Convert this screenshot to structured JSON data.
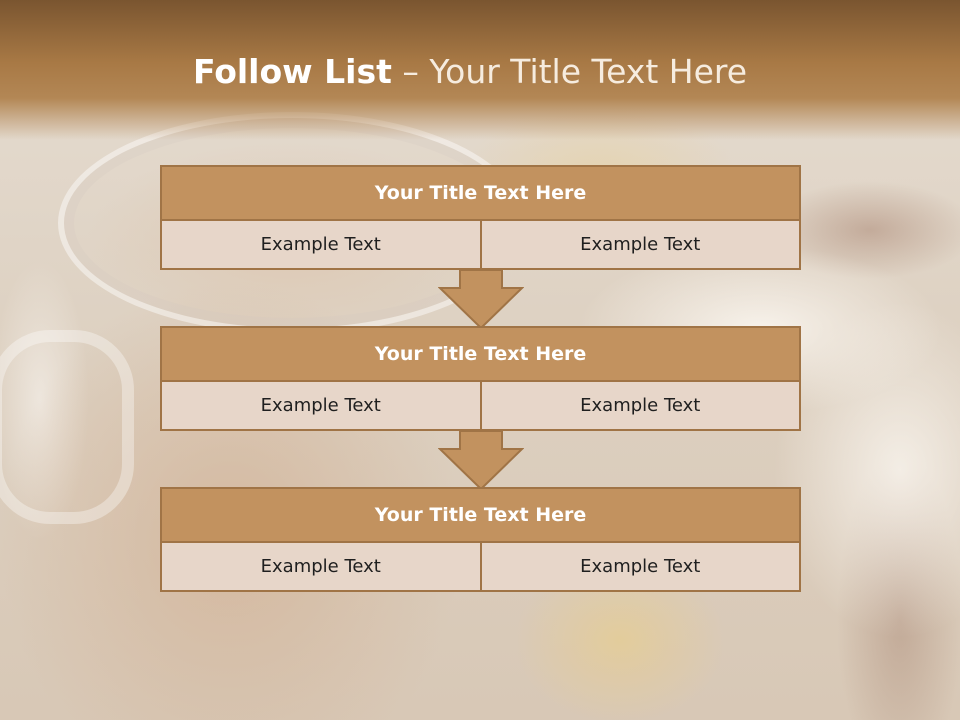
{
  "slide": {
    "title_bold": "Follow List",
    "title_rest": " – Your Title Text Here"
  },
  "steps": [
    {
      "title": "Your Title Text Here",
      "left": "Example Text",
      "right": "Example Text"
    },
    {
      "title": "Your Title Text Here",
      "left": "Example Text",
      "right": "Example Text"
    },
    {
      "title": "Your Title Text Here",
      "left": "Example Text",
      "right": "Example Text"
    }
  ],
  "colors": {
    "header_brown": "#a87945",
    "block_title_fill": "#c2925f",
    "block_border": "#a07446",
    "cell_fill": "#e7d6c9"
  }
}
